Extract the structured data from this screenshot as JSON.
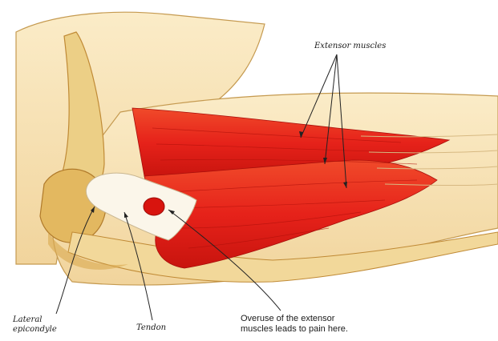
{
  "labels": {
    "extensor_muscles": "Extensor muscles",
    "lateral_line1": "Lateral",
    "lateral_line2": "epicondyle",
    "tendon": "Tendon",
    "overuse_line1": "Overuse of the extensor",
    "overuse_line2": "muscles leads to pain here."
  },
  "colors": {
    "skin": "#f6e2b8",
    "bone": "#e9c97a",
    "bone_shadow": "#d9a94e",
    "muscle": "#e8221a",
    "muscle_dark": "#c8140e",
    "tendon": "#fbf6ea",
    "pain_spot": "#d8140e",
    "leader_line": "#222222"
  }
}
